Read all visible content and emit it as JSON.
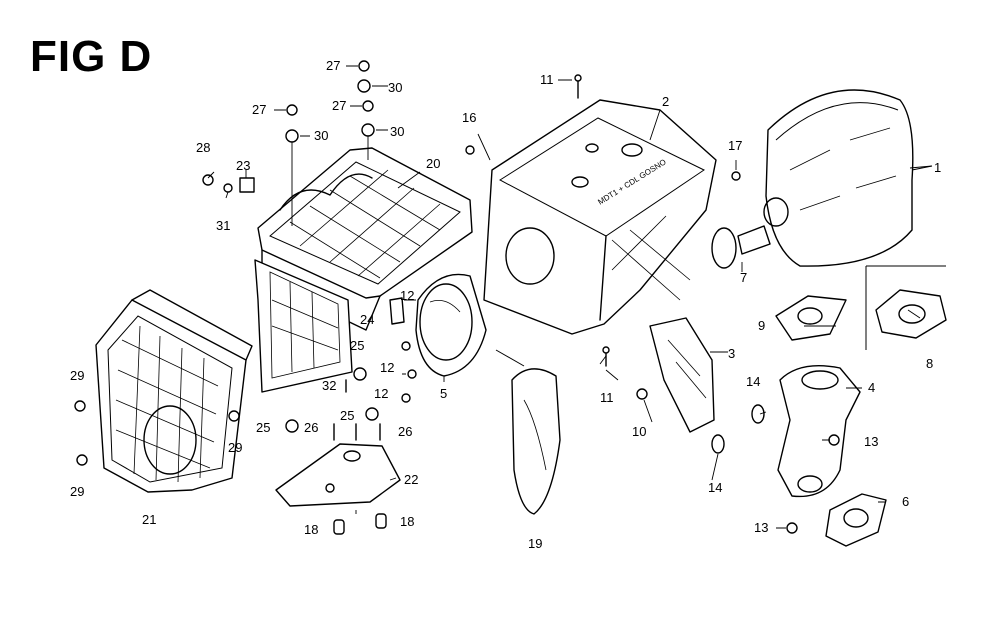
{
  "figure_title": "FIG D",
  "stamp_text": "MDT1 + CDL GOSNO",
  "callouts": [
    {
      "id": "c1",
      "text": "1"
    },
    {
      "id": "c2",
      "text": "2"
    },
    {
      "id": "c3",
      "text": "3"
    },
    {
      "id": "c4",
      "text": "4"
    },
    {
      "id": "c5",
      "text": "5"
    },
    {
      "id": "c6",
      "text": "6"
    },
    {
      "id": "c7",
      "text": "7"
    },
    {
      "id": "c8",
      "text": "8"
    },
    {
      "id": "c9",
      "text": "9"
    },
    {
      "id": "c10",
      "text": "10"
    },
    {
      "id": "c11a",
      "text": "11"
    },
    {
      "id": "c11b",
      "text": "11"
    },
    {
      "id": "c12a",
      "text": "12"
    },
    {
      "id": "c12b",
      "text": "12"
    },
    {
      "id": "c12c",
      "text": "12"
    },
    {
      "id": "c13a",
      "text": "13"
    },
    {
      "id": "c13b",
      "text": "13"
    },
    {
      "id": "c14a",
      "text": "14"
    },
    {
      "id": "c14b",
      "text": "14"
    },
    {
      "id": "c16",
      "text": "16"
    },
    {
      "id": "c17",
      "text": "17"
    },
    {
      "id": "c18a",
      "text": "18"
    },
    {
      "id": "c18b",
      "text": "18"
    },
    {
      "id": "c19",
      "text": "19"
    },
    {
      "id": "c20",
      "text": "20"
    },
    {
      "id": "c21",
      "text": "21"
    },
    {
      "id": "c22",
      "text": "22"
    },
    {
      "id": "c23",
      "text": "23"
    },
    {
      "id": "c24",
      "text": "24"
    },
    {
      "id": "c25a",
      "text": "25"
    },
    {
      "id": "c25b",
      "text": "25"
    },
    {
      "id": "c25c",
      "text": "25"
    },
    {
      "id": "c26a",
      "text": "26"
    },
    {
      "id": "c26b",
      "text": "26"
    },
    {
      "id": "c27a",
      "text": "27"
    },
    {
      "id": "c27b",
      "text": "27"
    },
    {
      "id": "c27c",
      "text": "27"
    },
    {
      "id": "c28",
      "text": "28"
    },
    {
      "id": "c29a",
      "text": "29"
    },
    {
      "id": "c29b",
      "text": "29"
    },
    {
      "id": "c29c",
      "text": "29"
    },
    {
      "id": "c30a",
      "text": "30"
    },
    {
      "id": "c30b",
      "text": "30"
    },
    {
      "id": "c30c",
      "text": "30"
    },
    {
      "id": "c31",
      "text": "31"
    },
    {
      "id": "c32",
      "text": "32"
    }
  ]
}
